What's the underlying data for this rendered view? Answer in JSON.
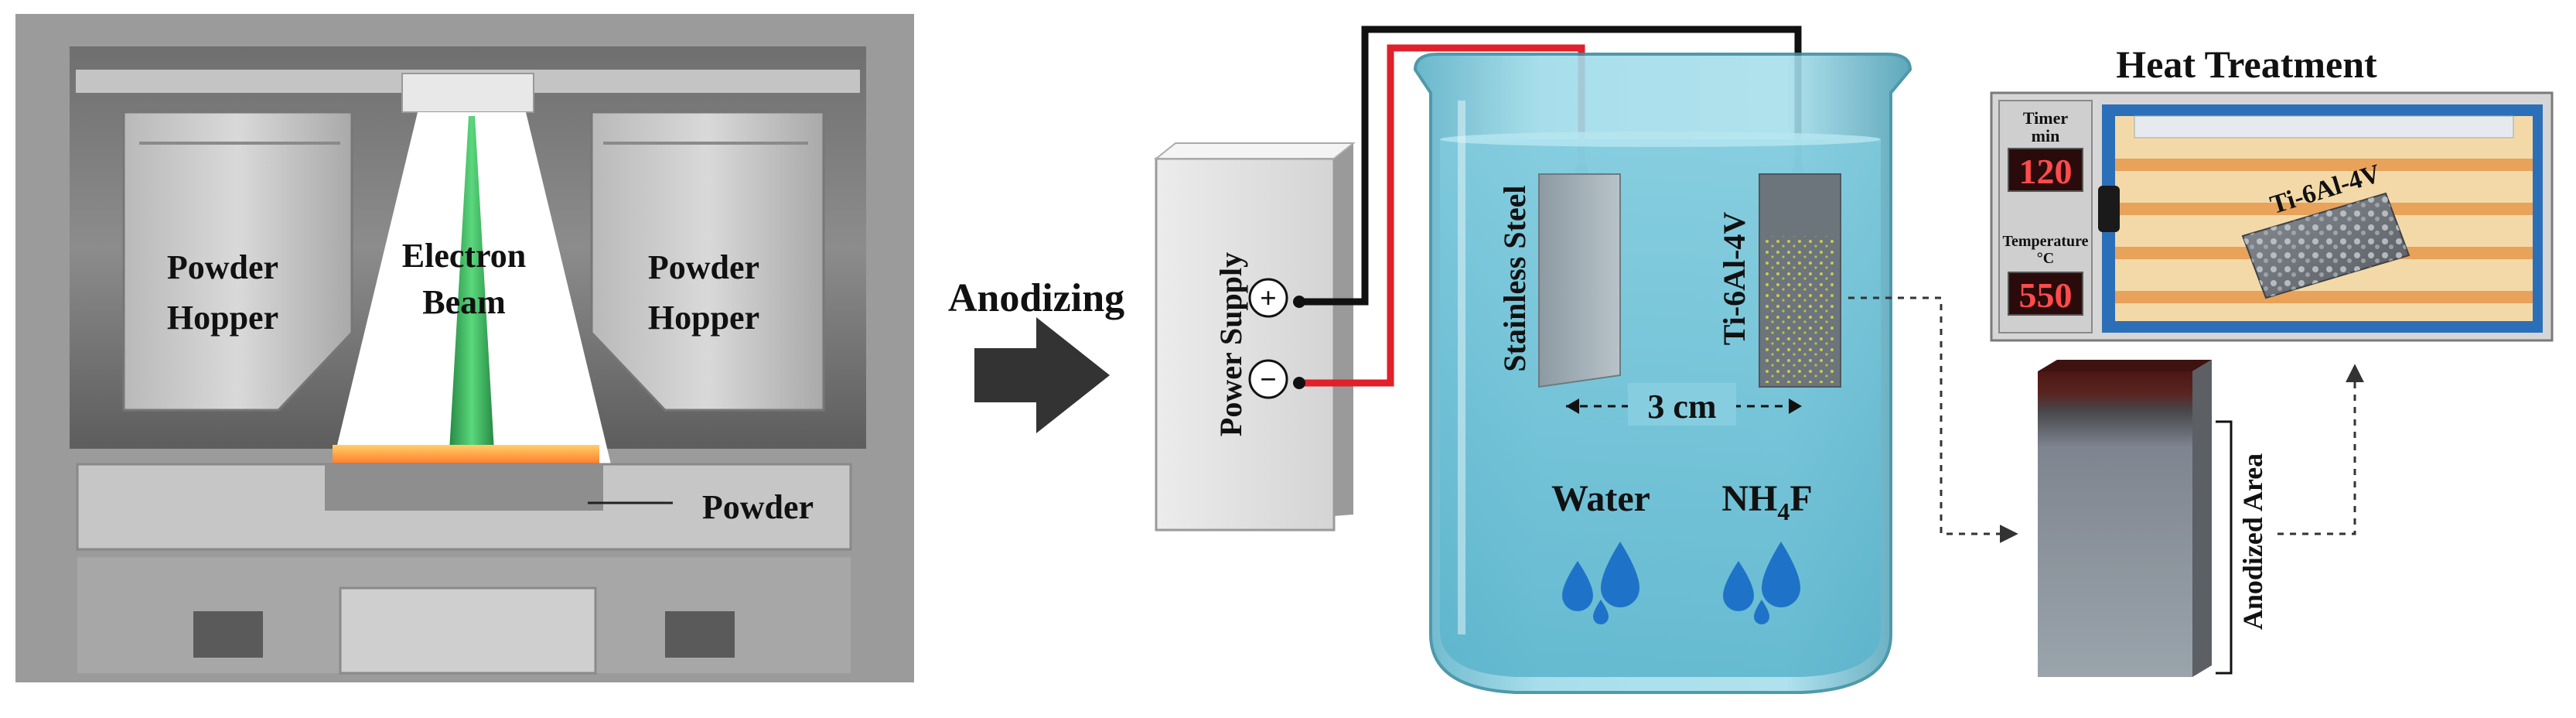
{
  "ebm": {
    "hopper_left": [
      "Powder",
      "Hopper"
    ],
    "beam": [
      "Electron",
      "Beam"
    ],
    "hopper_right": [
      "Powder",
      "Hopper"
    ],
    "powder": "Powder"
  },
  "process": {
    "anodizing": "Anodizing"
  },
  "anodizing_setup": {
    "power_supply": "Power Supply",
    "plus": "+",
    "minus": "−",
    "cathode": "Stainless Steel",
    "anode": "Ti-6Al-4V",
    "distance": "3 cm",
    "solvent": "Water",
    "salt_main": "NH",
    "salt_sub": "4",
    "salt_tail": "F",
    "anodized_area": "Anodized Area"
  },
  "heat_treatment": {
    "title": "Heat Treatment",
    "timer_label": [
      "Timer",
      "min"
    ],
    "timer_value": "120",
    "temp_label": [
      "Temperature",
      "°C"
    ],
    "temp_value": "550",
    "sample_label": "Ti-6Al-4V"
  },
  "colors": {
    "red_wire": "#e0202a",
    "black_wire": "#111111",
    "water": "#8fd2e2",
    "led": "#ff4b4b",
    "furnace_blue": "#2c6fb9",
    "beam_green": "#1fb34a"
  }
}
